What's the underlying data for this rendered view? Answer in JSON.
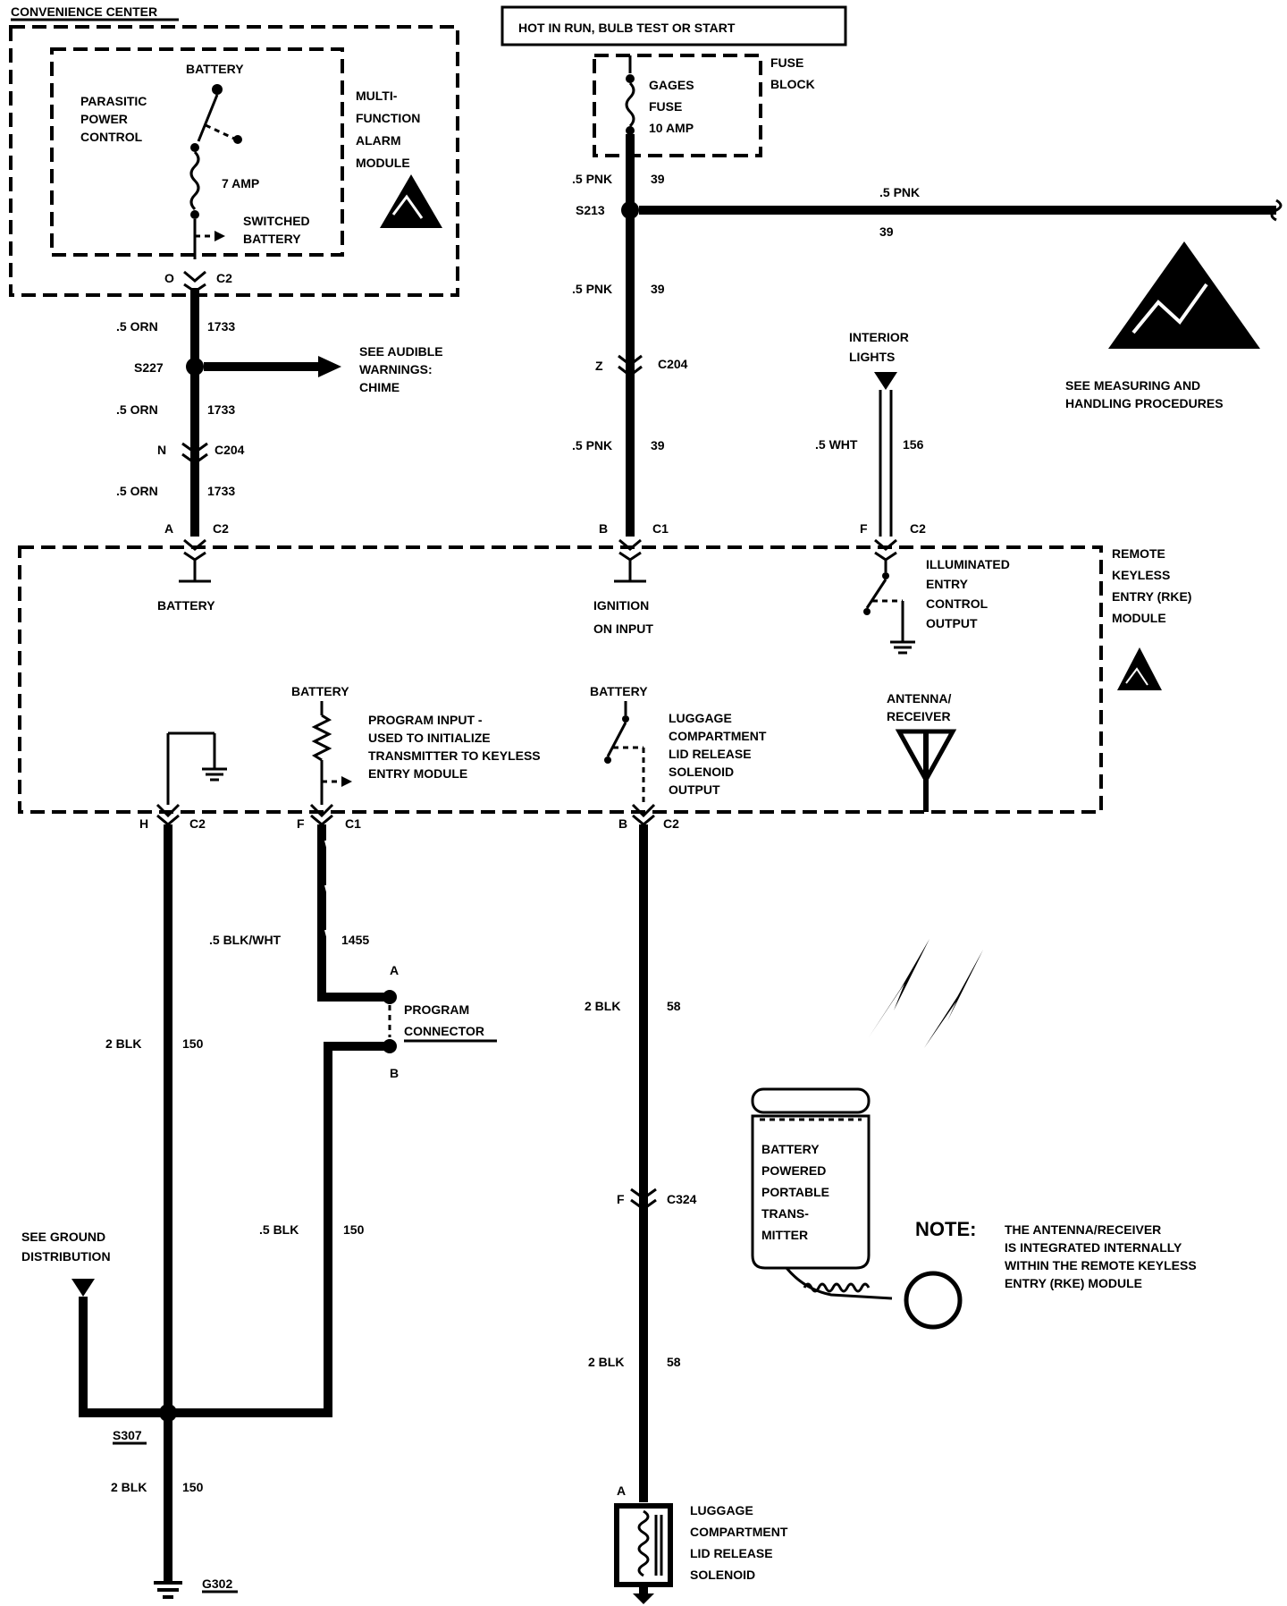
{
  "header": {
    "hot_in_run": "HOT IN RUN, BULB TEST OR START"
  },
  "convenience_center": {
    "title": "CONVENIENCE CENTER",
    "parasitic": [
      "PARASITIC",
      "POWER",
      "CONTROL"
    ],
    "battery": "BATTERY",
    "fuse": "7 AMP",
    "switched": [
      "SWITCHED",
      "BATTERY"
    ],
    "alarm_module": [
      "MULTI-",
      "FUNCTION",
      "ALARM",
      "MODULE"
    ],
    "pin": "O",
    "connector": "C2"
  },
  "fuse_block": {
    "title": [
      "FUSE",
      "BLOCK"
    ],
    "fuse": [
      "GAGES",
      "FUSE",
      "10 AMP"
    ]
  },
  "wires": {
    "orn_size": ".5 ORN",
    "orn_circuit": "1733",
    "pnk_size": ".5 PNK",
    "pnk_circuit": "39",
    "wht_size": ".5 WHT",
    "wht_circuit": "156",
    "blkwht_size": ".5 BLK/WHT",
    "blkwht_circuit": "1455",
    "blk2_size": "2 BLK",
    "blk2_circuit": "150",
    "blk5_size": ".5 BLK",
    "blk5_circuit": "150",
    "blk58_size": "2 BLK",
    "blk58_circuit": "58"
  },
  "splices": {
    "s227": "S227",
    "s213": "S213",
    "s307": "S307"
  },
  "connectors": {
    "c204": "C204",
    "c2": "C2",
    "c1": "C1",
    "c324": "C324",
    "g302": "G302",
    "pin_n": "N",
    "pin_z": "Z",
    "pin_a": "A",
    "pin_b": "B",
    "pin_f": "F",
    "pin_h": "H"
  },
  "refs": {
    "audible": [
      "SEE AUDIBLE",
      "WARNINGS:",
      "CHIME"
    ],
    "measuring": [
      "SEE MEASURING AND",
      "HANDLING PROCEDURES"
    ],
    "interior_lights": [
      "INTERIOR",
      "LIGHTS"
    ],
    "ground_dist": [
      "SEE GROUND",
      "DISTRIBUTION"
    ]
  },
  "rke_module": {
    "title": [
      "REMOTE",
      "KEYLESS",
      "ENTRY (RKE)",
      "MODULE"
    ],
    "battery_in": "BATTERY",
    "ignition": [
      "IGNITION",
      "ON INPUT"
    ],
    "illuminated": [
      "ILLUMINATED",
      "ENTRY",
      "CONTROL",
      "OUTPUT"
    ],
    "battery2": "BATTERY",
    "battery3": "BATTERY",
    "program_input": [
      "PROGRAM INPUT -",
      "USED TO INITIALIZE",
      "TRANSMITTER TO KEYLESS",
      "ENTRY MODULE"
    ],
    "luggage_output": [
      "LUGGAGE",
      "COMPARTMENT",
      "LID RELEASE",
      "SOLENOID",
      "OUTPUT"
    ],
    "antenna": [
      "ANTENNA/",
      "RECEIVER"
    ]
  },
  "program_connector": [
    "PROGRAM",
    "CONNECTOR"
  ],
  "transmitter": [
    "BATTERY",
    "POWERED",
    "PORTABLE",
    "TRANS-",
    "MITTER"
  ],
  "solenoid": [
    "LUGGAGE",
    "COMPARTMENT",
    "LID RELEASE",
    "SOLENOID"
  ],
  "note": {
    "label": "NOTE:",
    "text": [
      "THE ANTENNA/RECEIVER",
      "IS INTEGRATED INTERNALLY",
      "WITHIN THE REMOTE KEYLESS",
      "ENTRY (RKE) MODULE"
    ]
  }
}
